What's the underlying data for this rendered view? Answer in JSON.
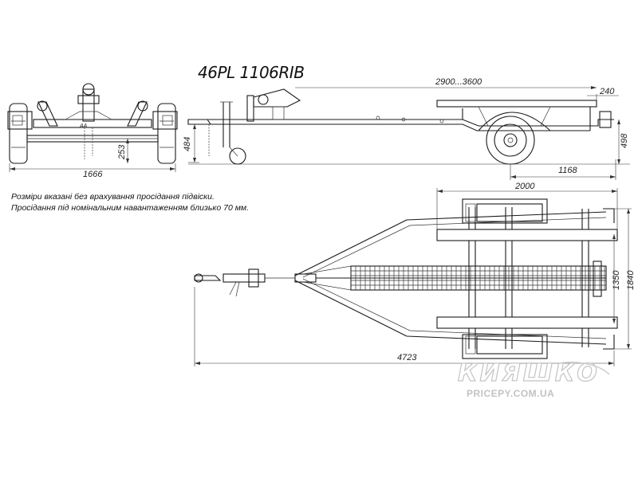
{
  "model": "46PL 1106RIB",
  "notes": [
    "Розміри вказані без врахування просідання підвіски.",
    "Просідання під номінальним навантаженням близько 70 мм."
  ],
  "dimensions": {
    "front_width": "1666",
    "front_height": "253",
    "side_coupling_height": "484",
    "side_platform_length": "2900...3600",
    "side_rear_overhang": "240",
    "side_axle_to_end": "1168",
    "side_height": "498",
    "top_platform_length": "2000",
    "top_inner_width": "1350",
    "top_overall_width": "1840",
    "top_overall_length": "4723"
  },
  "watermark": {
    "brand": "КИЯШКО",
    "site": "PRICEPY.COM.UA"
  }
}
